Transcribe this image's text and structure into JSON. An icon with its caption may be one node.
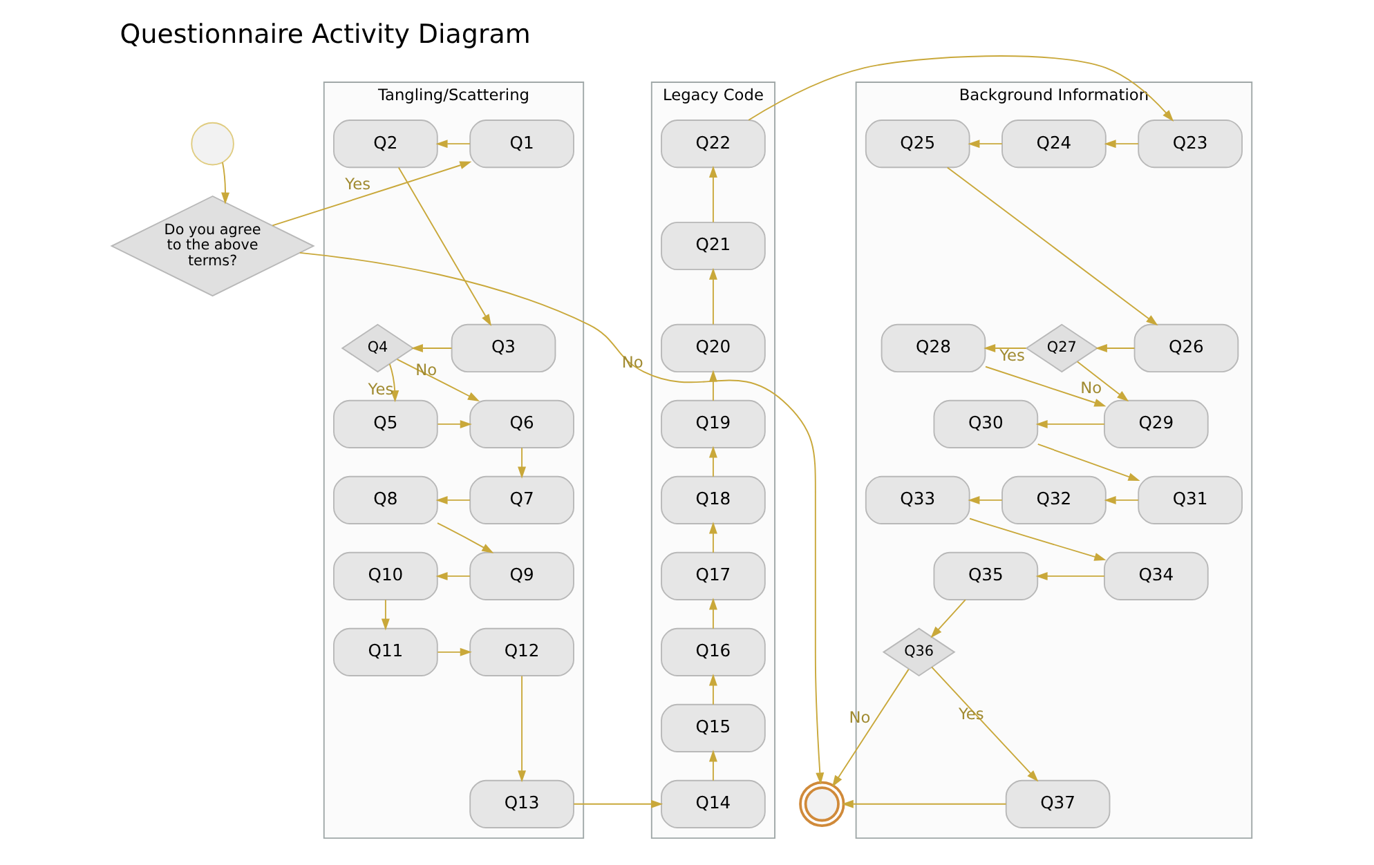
{
  "diagram": {
    "title": "Questionnaire Activity Diagram",
    "nodes": [
      {
        "text": [],
        "shape": "circle"
      },
      {
        "text": [
          "Do you agree to the above terms?"
        ]
      },
      {
        "text": [
          "Tangling/Scattering"
        ]
      },
      {
        "text": [
          "Q1"
        ],
        "in": 2
      },
      {
        "text": [
          "Q2"
        ],
        "in": 2
      },
      {
        "text": [
          "Q3"
        ],
        "in": 2
      },
      {
        "text": [
          "Q4"
        ],
        "in": 2
      },
      {
        "text": [
          "Q5"
        ],
        "in": 2
      },
      {
        "text": [
          "Q6"
        ],
        "in": 2
      },
      {
        "text": [
          "Q7"
        ],
        "in": 2
      },
      {
        "text": [
          "Q8"
        ],
        "in": 2
      },
      {
        "text": [
          "Q9"
        ],
        "in": 2
      },
      {
        "text": [
          "Q10"
        ],
        "in": 2
      },
      {
        "text": [
          "Q11"
        ],
        "in": 2
      },
      {
        "text": [
          "Q12"
        ],
        "in": 2
      },
      {
        "text": [
          "Q13"
        ],
        "in": 2
      },
      {
        "text": [
          "Legacy Code"
        ]
      },
      {
        "text": [
          "Q14"
        ],
        "in": 16
      },
      {
        "text": [
          "Q15"
        ],
        "in": 16
      },
      {
        "text": [
          "Q16"
        ],
        "in": 16
      },
      {
        "text": [
          "Q17"
        ],
        "in": 16
      },
      {
        "text": [
          "Q18"
        ],
        "in": 16
      },
      {
        "text": [
          "Q19"
        ],
        "in": 16
      },
      {
        "text": [
          "Q20"
        ],
        "in": 16
      },
      {
        "text": [
          "Q21"
        ],
        "in": 16
      },
      {
        "text": [
          "Q22"
        ],
        "in": 16
      },
      {
        "text": [
          "Background Information"
        ]
      },
      {
        "text": [
          "Q23"
        ],
        "in": 26
      },
      {
        "text": [
          "Q24"
        ],
        "in": 26
      },
      {
        "text": [
          "Q25"
        ],
        "in": 26
      },
      {
        "text": [
          "Q26"
        ],
        "in": 26
      },
      {
        "text": [
          "Q27"
        ],
        "in": 26
      },
      {
        "text": [
          "Q28"
        ],
        "in": 26
      },
      {
        "text": [
          "Q29"
        ],
        "in": 26
      },
      {
        "text": [
          "Q30"
        ],
        "in": 26
      },
      {
        "text": [
          "Q31"
        ],
        "in": 26
      },
      {
        "text": [
          "Q32"
        ],
        "in": 26
      },
      {
        "text": [
          "Q33"
        ],
        "in": 26
      },
      {
        "text": [
          "Q34"
        ],
        "in": 26
      },
      {
        "text": [
          "Q35"
        ],
        "in": 26
      },
      {
        "text": [
          "Q36"
        ],
        "in": 26
      },
      {
        "text": [
          "Q37"
        ],
        "in": 26
      },
      {
        "text": [],
        "shape": "circle"
      }
    ],
    "edges": [
      {
        "from": 0,
        "to": 1,
        "arrow": "to"
      },
      {
        "from": 1,
        "to": 3,
        "arrow": "to",
        "label": "Yes"
      },
      {
        "from": 1,
        "to": 42,
        "arrow": "to",
        "label": "No"
      },
      {
        "from": 3,
        "to": 4,
        "arrow": "to"
      },
      {
        "from": 4,
        "to": 5,
        "arrow": "to"
      },
      {
        "from": 5,
        "to": 6,
        "arrow": "to"
      },
      {
        "from": 6,
        "to": 7,
        "arrow": "to",
        "label": "Yes"
      },
      {
        "from": 6,
        "to": 8,
        "arrow": "to",
        "label": "No"
      },
      {
        "from": 7,
        "to": 8,
        "arrow": "to"
      },
      {
        "from": 8,
        "to": 9,
        "arrow": "to"
      },
      {
        "from": 9,
        "to": 10,
        "arrow": "to"
      },
      {
        "from": 10,
        "to": 11,
        "arrow": "to"
      },
      {
        "from": 11,
        "to": 12,
        "arrow": "to"
      },
      {
        "from": 12,
        "to": 13,
        "arrow": "to"
      },
      {
        "from": 13,
        "to": 14,
        "arrow": "to"
      },
      {
        "from": 14,
        "to": 15,
        "arrow": "to"
      },
      {
        "from": 15,
        "to": 17,
        "arrow": "to"
      },
      {
        "from": 17,
        "to": 18,
        "arrow": "to"
      },
      {
        "from": 18,
        "to": 19,
        "arrow": "to"
      },
      {
        "from": 19,
        "to": 20,
        "arrow": "to"
      },
      {
        "from": 20,
        "to": 21,
        "arrow": "to"
      },
      {
        "from": 21,
        "to": 22,
        "arrow": "to"
      },
      {
        "from": 22,
        "to": 23,
        "arrow": "to"
      },
      {
        "from": 23,
        "to": 24,
        "arrow": "to"
      },
      {
        "from": 24,
        "to": 25,
        "arrow": "to"
      },
      {
        "from": 25,
        "to": 27,
        "arrow": "to"
      },
      {
        "from": 27,
        "to": 28,
        "arrow": "to"
      },
      {
        "from": 28,
        "to": 29,
        "arrow": "to"
      },
      {
        "from": 29,
        "to": 30,
        "arrow": "to"
      },
      {
        "from": 30,
        "to": 31,
        "arrow": "to"
      },
      {
        "from": 31,
        "to": 32,
        "arrow": "to",
        "label": "Yes"
      },
      {
        "from": 31,
        "to": 33,
        "arrow": "to",
        "label": "No"
      },
      {
        "from": 32,
        "to": 33,
        "arrow": "to"
      },
      {
        "from": 33,
        "to": 34,
        "arrow": "to"
      },
      {
        "from": 34,
        "to": 35,
        "arrow": "to"
      },
      {
        "from": 35,
        "to": 36,
        "arrow": "to"
      },
      {
        "from": 36,
        "to": 37,
        "arrow": "to"
      },
      {
        "from": 37,
        "to": 38,
        "arrow": "to"
      },
      {
        "from": 38,
        "to": 39,
        "arrow": "to"
      },
      {
        "from": 39,
        "to": 40,
        "arrow": "to"
      },
      {
        "from": 40,
        "to": 41,
        "arrow": "to",
        "label": "Yes"
      },
      {
        "from": 40,
        "to": 42,
        "arrow": "to",
        "label": "No"
      },
      {
        "from": 41,
        "to": 42,
        "arrow": "to"
      }
    ]
  }
}
